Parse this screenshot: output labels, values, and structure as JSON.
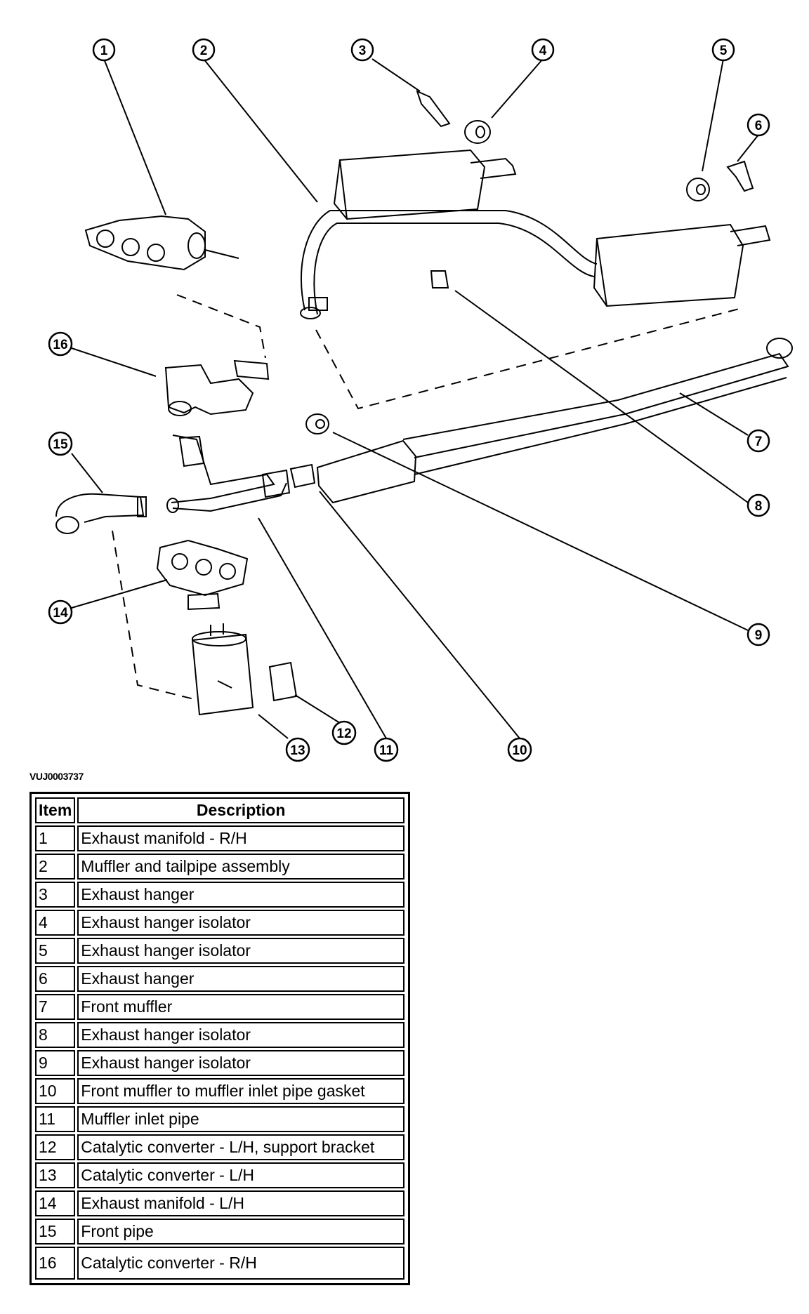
{
  "figure_code": "VUJ0003737",
  "table": {
    "headers": {
      "item": "Item",
      "description": "Description"
    },
    "rows": [
      {
        "item": "1",
        "description": "Exhaust manifold - R/H"
      },
      {
        "item": "2",
        "description": "Muffler and tailpipe assembly"
      },
      {
        "item": "3",
        "description": "Exhaust hanger"
      },
      {
        "item": "4",
        "description": "Exhaust hanger isolator"
      },
      {
        "item": "5",
        "description": "Exhaust hanger isolator"
      },
      {
        "item": "6",
        "description": "Exhaust hanger"
      },
      {
        "item": "7",
        "description": "Front muffler"
      },
      {
        "item": "8",
        "description": "Exhaust hanger isolator"
      },
      {
        "item": "9",
        "description": "Exhaust hanger isolator"
      },
      {
        "item": "10",
        "description": "Front muffler to muffler inlet pipe gasket"
      },
      {
        "item": "11",
        "description": "Muffler inlet pipe"
      },
      {
        "item": "12",
        "description": "Catalytic converter - L/H, support bracket"
      },
      {
        "item": "13",
        "description": "Catalytic converter - L/H"
      },
      {
        "item": "14",
        "description": "Exhaust manifold - L/H"
      },
      {
        "item": "15",
        "description": "Front pipe"
      },
      {
        "item": "16",
        "description": "Catalytic converter - R/H"
      }
    ]
  },
  "callouts": [
    "1",
    "2",
    "3",
    "4",
    "5",
    "6",
    "7",
    "8",
    "9",
    "10",
    "11",
    "12",
    "13",
    "14",
    "15",
    "16"
  ]
}
